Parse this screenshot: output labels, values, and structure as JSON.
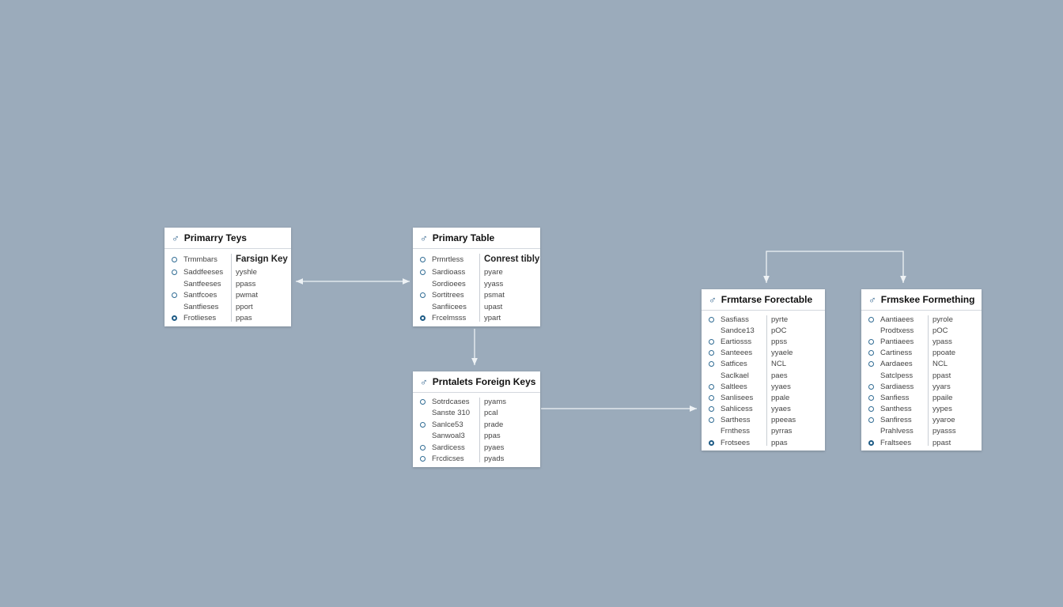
{
  "tables": [
    {
      "title": "Primarry Teys",
      "icon": "key-icon",
      "rows": [
        [
          "o",
          "Trmmbars",
          "Farsign Key",
          1
        ],
        [
          "o",
          "Saddfeeses",
          "yyshle",
          0
        ],
        [
          "-",
          "Santfeeses",
          "ppass",
          0
        ],
        [
          "o",
          "Santfcoes",
          "pwmat",
          0
        ],
        [
          "-",
          "Santfieses",
          "pport",
          0
        ],
        [
          "d",
          "Frotlieses",
          "ppas",
          0
        ]
      ]
    },
    {
      "title": "Primary Table",
      "icon": "key-icon",
      "rows": [
        [
          "o",
          "Prmrtless",
          "Conrest tibly",
          1
        ],
        [
          "o",
          "Sardioass",
          "pyare",
          0
        ],
        [
          "-",
          "Sordioees",
          "yyass",
          0
        ],
        [
          "o",
          "Sortitrees",
          "psmat",
          0
        ],
        [
          "-",
          "Sanfiicees",
          "upast",
          0
        ],
        [
          "d",
          "Frcelmsss",
          "ypart",
          0
        ]
      ]
    },
    {
      "title": "Prntalets Foreign Keys",
      "icon": "key-icon",
      "rows": [
        [
          "o",
          "Sotrdcases",
          "pyams",
          0
        ],
        [
          "-",
          "Sanste 310",
          "pcal",
          0
        ],
        [
          "o",
          "Sanlce53",
          "prade",
          0
        ],
        [
          "-",
          "Sanwoal3",
          "ppas",
          0
        ],
        [
          "o",
          "Sardicess",
          "pyaes",
          0
        ],
        [
          "o",
          "Frcdicses",
          "pyads",
          0
        ]
      ]
    },
    {
      "title": "Frmtarse Forectable",
      "icon": "key-icon",
      "rows": [
        [
          "o",
          "Sasfiass",
          "pyrte",
          0
        ],
        [
          "-",
          "Sandce13",
          "pOC",
          0
        ],
        [
          "o",
          "Eartiosss",
          "ppss",
          0
        ],
        [
          "o",
          "Santeees",
          "yyaele",
          0
        ],
        [
          "o",
          "Satfices",
          "NCL",
          0
        ],
        [
          "-",
          "Saclkael",
          "paes",
          0
        ],
        [
          "o",
          "Saltlees",
          "yyaes",
          0
        ],
        [
          "o",
          "Sanlisees",
          "ppale",
          0
        ],
        [
          "o",
          "Sahlicess",
          "yyaes",
          0
        ],
        [
          "o",
          "Sarthess",
          "ppeeas",
          0
        ],
        [
          "-",
          "Frnthess",
          "pyrras",
          0
        ],
        [
          "d",
          "Frotsees",
          "ppas",
          0
        ]
      ]
    },
    {
      "title": "Frmskee Formething",
      "icon": "key-icon",
      "rows": [
        [
          "o",
          "Aantiaees",
          "pyrole",
          0
        ],
        [
          "-",
          "Prodtxess",
          "pOC",
          0
        ],
        [
          "o",
          "Pantiaees",
          "ypass",
          0
        ],
        [
          "o",
          "Cartiness",
          "ppoate",
          0
        ],
        [
          "o",
          "Aardaees",
          "NCL",
          0
        ],
        [
          "-",
          "Satclpess",
          "ppast",
          0
        ],
        [
          "o",
          "Sardiaess",
          "yyars",
          0
        ],
        [
          "o",
          "Sanfiess",
          "ppaile",
          0
        ],
        [
          "o",
          "Santhess",
          "yypes",
          0
        ],
        [
          "o",
          "Sanfiress",
          "yyaroe",
          0
        ],
        [
          "-",
          "Prahlvess",
          "pyasss",
          0
        ],
        [
          "d",
          "Fraltsees",
          "ppast",
          0
        ]
      ]
    }
  ]
}
